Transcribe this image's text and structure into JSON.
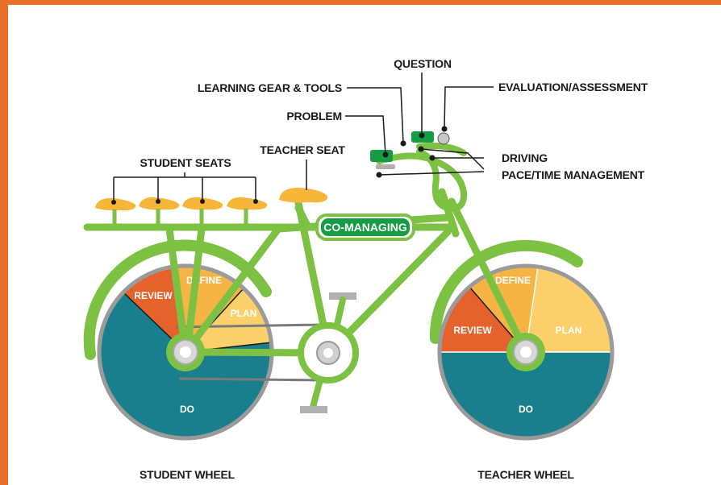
{
  "labels": {
    "question": "QUESTION",
    "learning_gear": "LEARNING GEAR & TOOLS",
    "evaluation": "EVALUATION/ASSESSMENT",
    "problem": "PROBLEM",
    "driving": "DRIVING",
    "pace": "PACE/TIME MANAGEMENT",
    "student_seats": "STUDENT SEATS",
    "teacher_seat": "TEACHER SEAT",
    "co_managing": "CO-MANAGING",
    "student_wheel": "STUDENT WHEEL",
    "teacher_wheel": "TEACHER WHEEL"
  },
  "student_wheel": {
    "review": "REVIEW",
    "define": "DEFINE",
    "plan": "PLAN",
    "do": "DO"
  },
  "teacher_wheel": {
    "review": "REVIEW",
    "define": "DEFINE",
    "plan": "PLAN",
    "do": "DO"
  },
  "colors": {
    "frame": "#e8702a",
    "frame_green": "#7dc142",
    "dark_green": "#169c45",
    "seat": "#f6b63a",
    "do": "#1a7f8c",
    "review": "#e5622c",
    "define": "#f6b445",
    "plan": "#fbd06a"
  }
}
